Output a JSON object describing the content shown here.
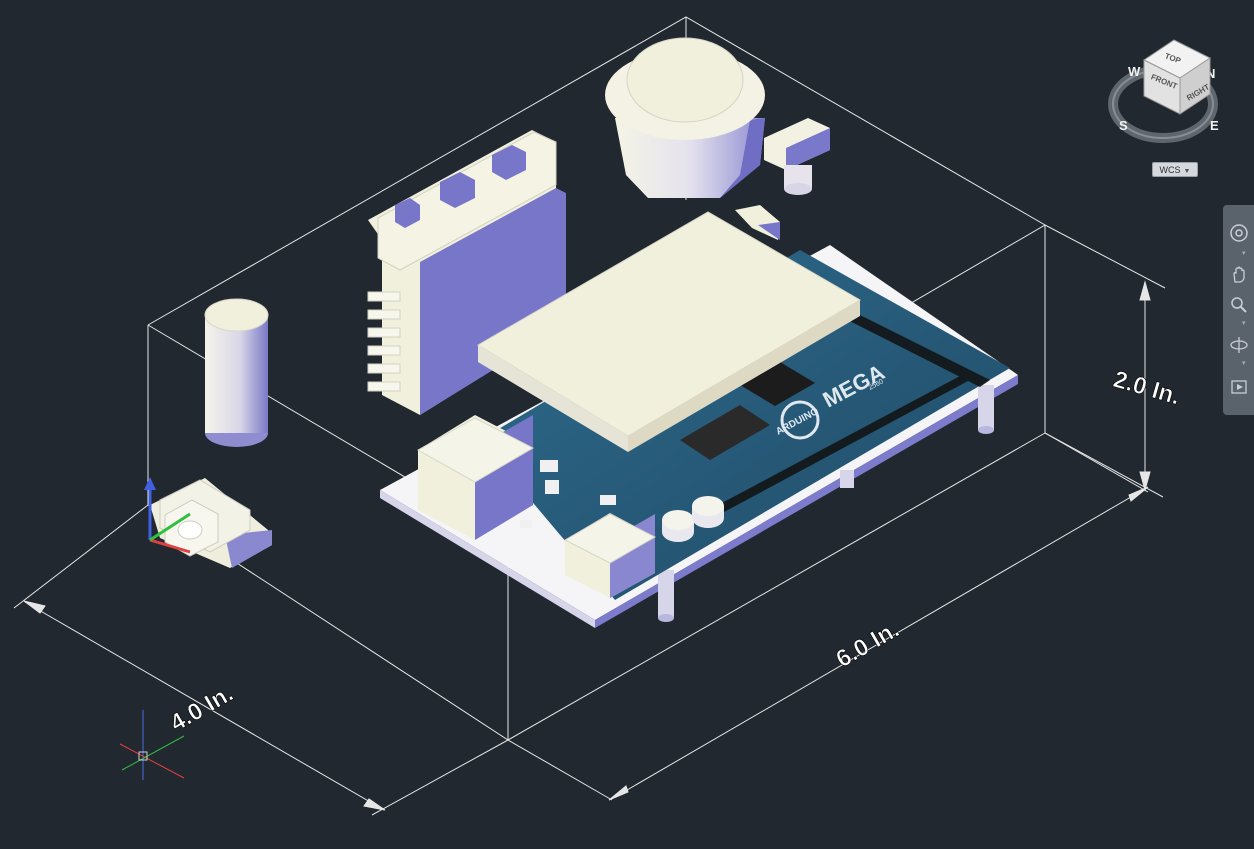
{
  "dimensions": {
    "width_label": "6.0 In.",
    "depth_label": "4.0 In.",
    "height_label": "2.0 In."
  },
  "viewcube": {
    "top": "TOP",
    "front": "FRONT",
    "right": "RIGHT",
    "compass": {
      "north": "N",
      "south": "S",
      "east": "E",
      "west": "W"
    }
  },
  "wcs_menu": {
    "label": "WCS"
  },
  "navigation_bar": {
    "items": [
      {
        "icon": "steering-wheel-icon"
      },
      {
        "icon": "pan-hand-icon"
      },
      {
        "icon": "zoom-magnifier-icon"
      },
      {
        "icon": "orbit-icon"
      },
      {
        "icon": "showmotion-icon"
      }
    ]
  },
  "board": {
    "brand": "ARDUINO",
    "model": "MEGA",
    "submodel": "2560"
  },
  "colors": {
    "background": "#212830",
    "wireframe": "#e8e8e8",
    "solid_light": "#efeedd",
    "solid_shade": "#7776c8",
    "pcb": "#2b5a7a",
    "ucs_x": "#e04040",
    "ucs_y": "#30c040",
    "ucs_z": "#4060e0"
  }
}
